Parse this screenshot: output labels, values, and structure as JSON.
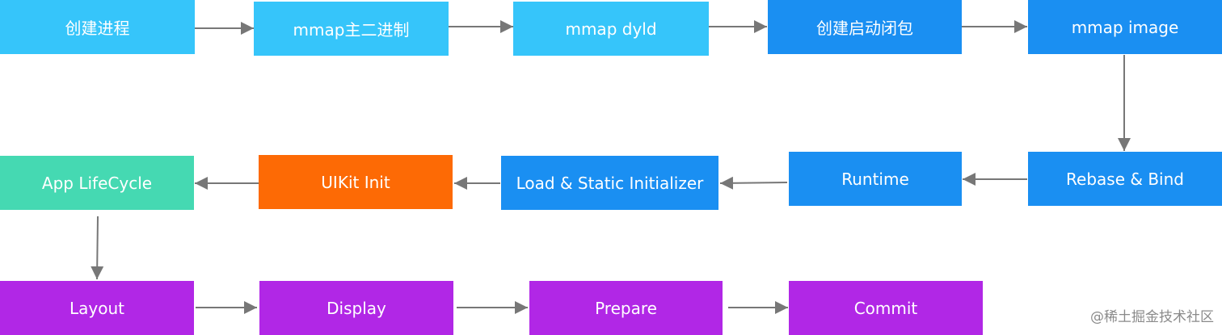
{
  "nodes": {
    "create_process": "创建进程",
    "mmap_binary": "mmap主二进制",
    "mmap_dyld": "mmap dyld",
    "create_launch_closure": "创建启动闭包",
    "mmap_image": "mmap image",
    "rebase_bind": "Rebase & Bind",
    "runtime": "Runtime",
    "load_static_init": "Load & Static Initializer",
    "uikit_init": "UIKit Init",
    "app_lifecycle": "App LifeCycle",
    "layout": "Layout",
    "display": "Display",
    "prepare": "Prepare",
    "commit": "Commit"
  },
  "colors": {
    "light_blue": "#36c5fa",
    "blue": "#1a8ff2",
    "teal": "#45d9b2",
    "orange": "#fd6a05",
    "purple": "#b127e6",
    "arrow": "#777777"
  },
  "watermark": "@稀土掘金技术社区"
}
